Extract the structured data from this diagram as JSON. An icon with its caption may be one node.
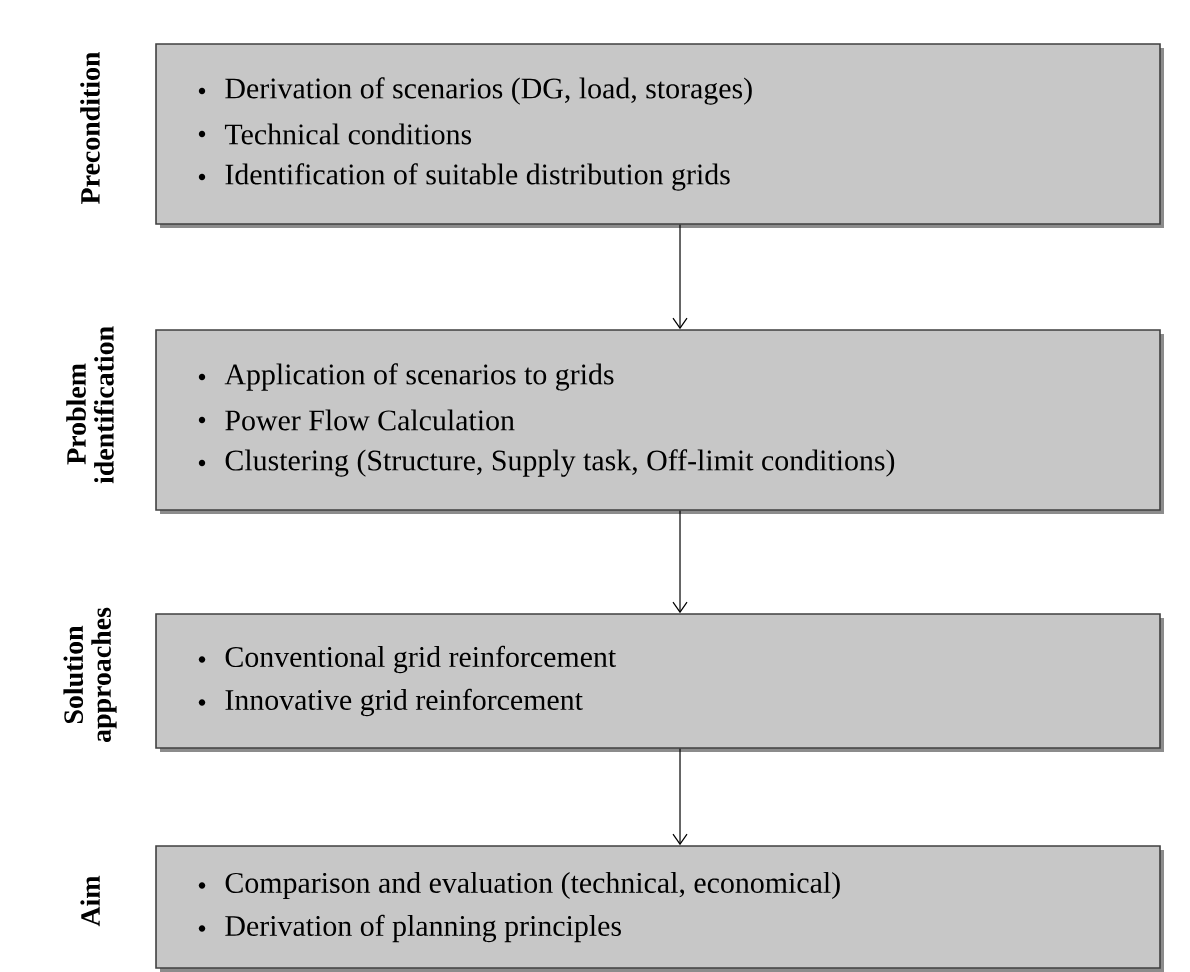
{
  "diagram": {
    "nodes": [
      {
        "text": [
          "Precondition",
          "Derivation of scenarios (DG, load, storages)",
          "Technical conditions",
          "Identification of suitable distribution grids"
        ]
      },
      {
        "text": [
          "Problem identification",
          "Application of scenarios to grids",
          "Power Flow Calculation",
          "Clustering (Structure, Supply task, Off-limit conditions)"
        ]
      },
      {
        "text": [
          "Solution approaches",
          "Conventional grid reinforcement",
          "Innovative grid reinforcement"
        ]
      },
      {
        "text": [
          "Aim",
          "Comparison and evaluation (technical, economical)",
          "Derivation of planning principles"
        ]
      }
    ],
    "edges": [
      {
        "from": 0,
        "to": 1,
        "arrow": "to"
      },
      {
        "from": 1,
        "to": 2,
        "arrow": "to"
      },
      {
        "from": 2,
        "to": 3,
        "arrow": "to"
      }
    ]
  }
}
